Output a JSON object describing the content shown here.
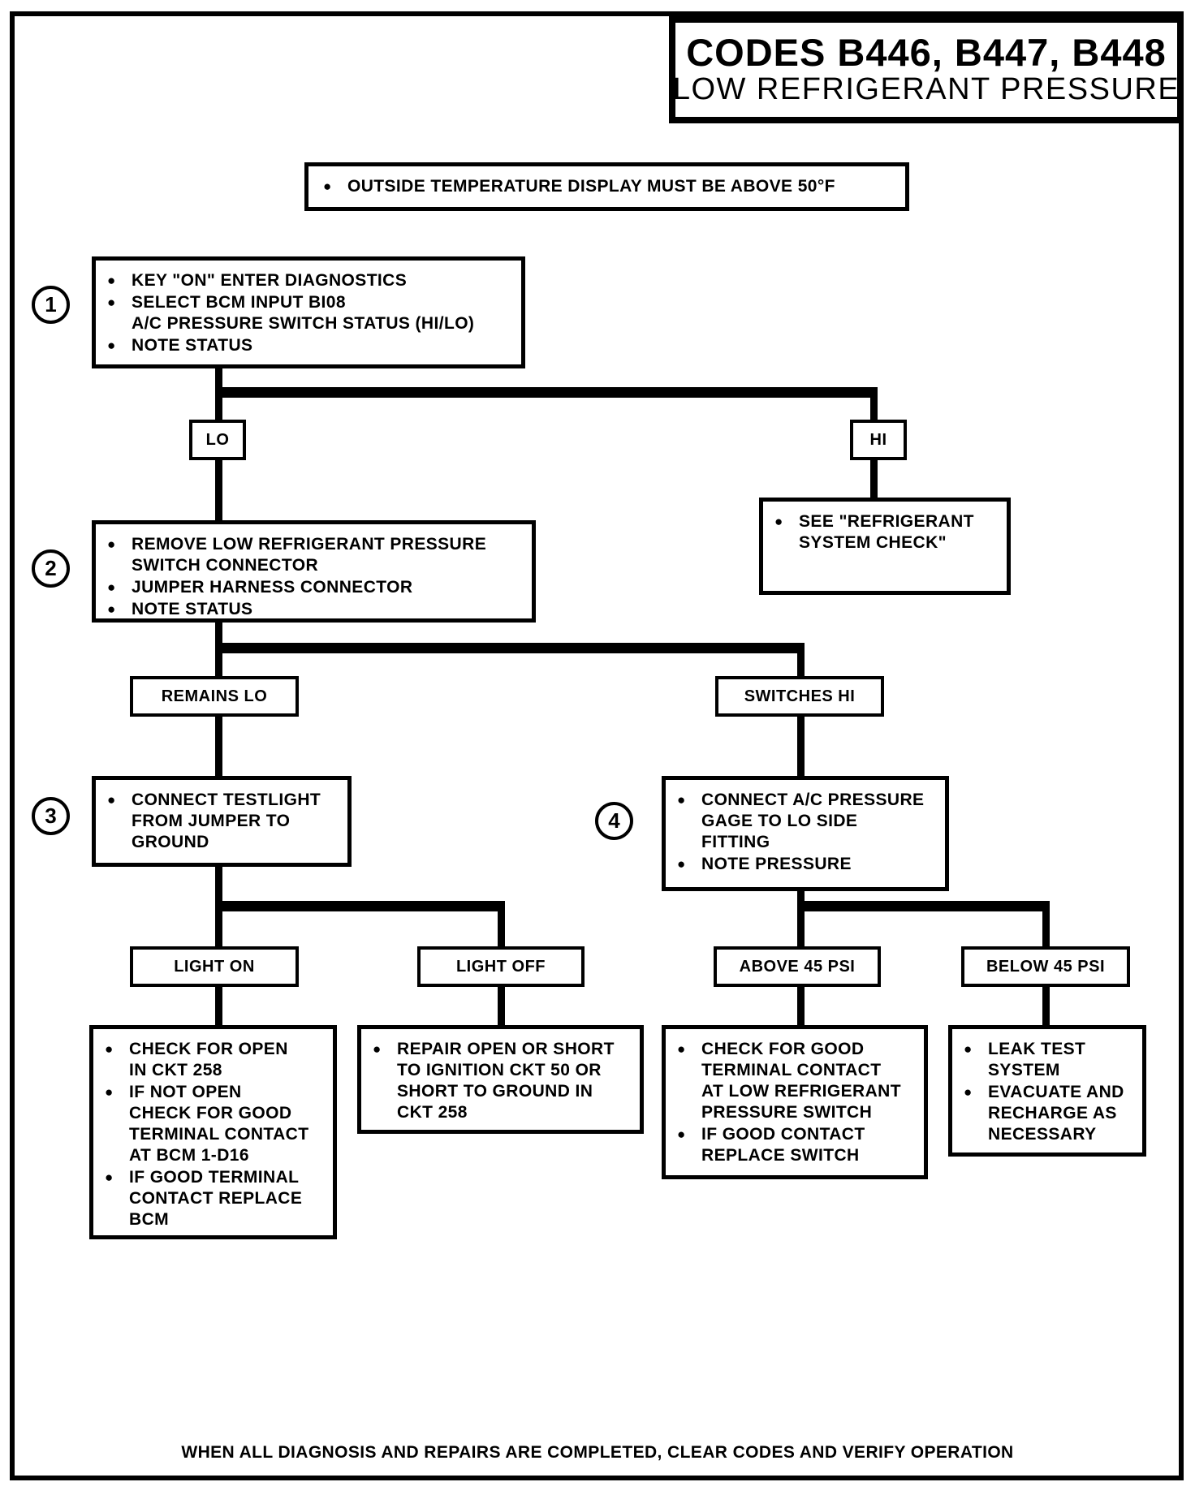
{
  "page": {
    "title_line1": "CODES B446, B447, B448",
    "title_line2": "LOW REFRIGERANT PRESSURE",
    "footer": "WHEN ALL DIAGNOSIS AND REPAIRS ARE COMPLETED, CLEAR CODES AND VERIFY OPERATION"
  },
  "ui": {
    "bullet": "●"
  },
  "precondition": {
    "item": "OUTSIDE TEMPERATURE DISPLAY MUST BE ABOVE 50°F"
  },
  "steps": {
    "step1": {
      "number": "1",
      "items": [
        "KEY \"ON\" ENTER DIAGNOSTICS",
        "SELECT BCM INPUT BI08\nA/C PRESSURE SWITCH STATUS (HI/LO)",
        "NOTE STATUS"
      ]
    },
    "step2": {
      "number": "2",
      "items": [
        "REMOVE LOW REFRIGERANT PRESSURE\nSWITCH CONNECTOR",
        "JUMPER HARNESS CONNECTOR",
        "NOTE STATUS"
      ]
    },
    "step3": {
      "number": "3",
      "items": [
        "CONNECT TESTLIGHT\nFROM JUMPER TO\nGROUND"
      ]
    },
    "step4": {
      "number": "4",
      "items": [
        "CONNECT A/C PRESSURE\nGAGE TO LO SIDE\nFITTING",
        "NOTE PRESSURE"
      ]
    }
  },
  "labels": {
    "lo": "LO",
    "hi": "HI",
    "remains_lo": "REMAINS LO",
    "switches_hi": "SWITCHES HI",
    "light_on": "LIGHT ON",
    "light_off": "LIGHT OFF",
    "above_45": "ABOVE 45 PSI",
    "below_45": "BELOW 45 PSI"
  },
  "results": {
    "see_refrigerant": {
      "items": [
        "SEE \"REFRIGERANT\nSYSTEM CHECK\""
      ]
    },
    "light_on_action": {
      "items": [
        "CHECK FOR OPEN\nIN CKT 258",
        "IF NOT OPEN\nCHECK FOR GOOD\nTERMINAL CONTACT\nAT BCM 1-D16",
        "IF GOOD TERMINAL\nCONTACT REPLACE\nBCM"
      ]
    },
    "light_off_action": {
      "items": [
        "REPAIR OPEN OR SHORT\nTO IGNITION CKT 50 OR\nSHORT TO GROUND IN\nCKT 258"
      ]
    },
    "above_action": {
      "items": [
        "CHECK FOR GOOD\nTERMINAL CONTACT\nAT LOW REFRIGERANT\nPRESSURE SWITCH",
        "IF GOOD CONTACT\nREPLACE SWITCH"
      ]
    },
    "below_action": {
      "items": [
        "LEAK TEST\nSYSTEM",
        "EVACUATE AND\nRECHARGE AS\nNECESSARY"
      ]
    }
  }
}
